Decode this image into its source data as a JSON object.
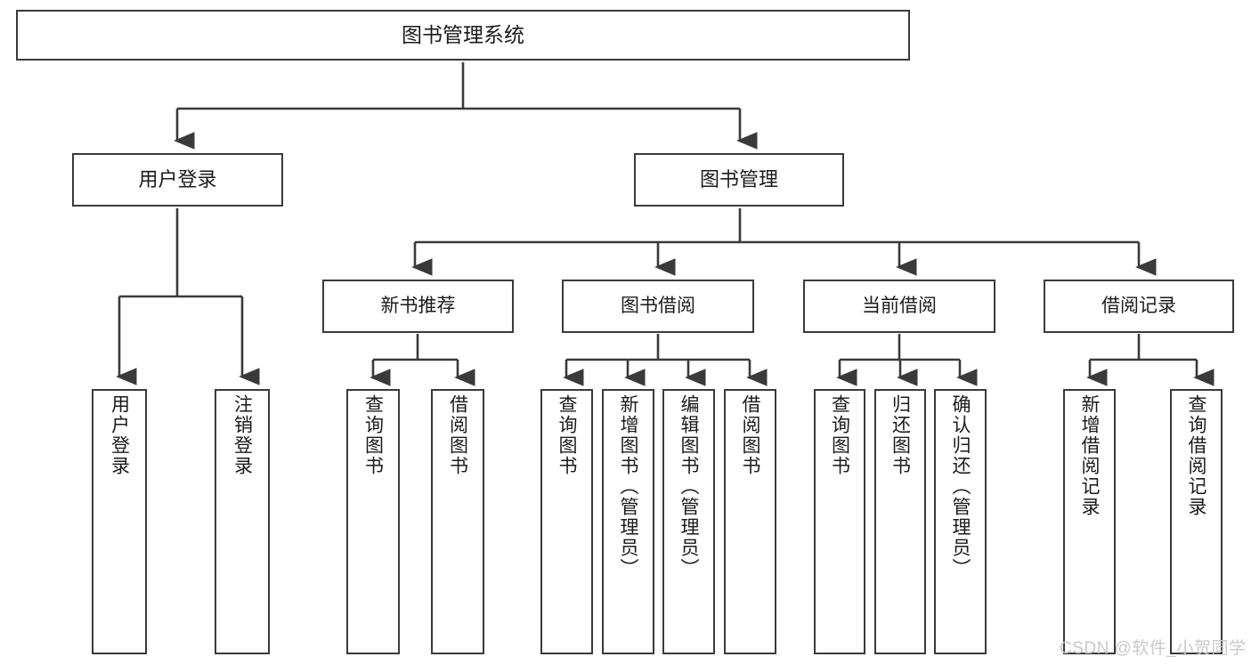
{
  "diagram": {
    "type": "tree-hierarchy",
    "title": "图书管理系统",
    "root": {
      "label": "图书管理系统"
    },
    "level2": [
      {
        "label": "用户登录"
      },
      {
        "label": "图书管理"
      }
    ],
    "level3": [
      {
        "label": "新书推荐",
        "parent": "图书管理"
      },
      {
        "label": "图书借阅",
        "parent": "图书管理"
      },
      {
        "label": "当前借阅",
        "parent": "图书管理"
      },
      {
        "label": "借阅记录",
        "parent": "图书管理"
      }
    ],
    "leaves": [
      {
        "label": "用户登录",
        "parent": "用户登录",
        "vertical": true,
        "centered": true
      },
      {
        "label": "注销登录",
        "parent": "用户登录",
        "vertical": true,
        "centered": true
      },
      {
        "label": "查询图书",
        "parent": "新书推荐",
        "vertical": true,
        "centered": true
      },
      {
        "label": "借阅图书",
        "parent": "新书推荐",
        "vertical": true,
        "centered": true
      },
      {
        "label": "查询图书",
        "parent": "图书借阅",
        "vertical": true,
        "centered": true
      },
      {
        "label": "新增图书（管理员）",
        "parent": "图书借阅",
        "vertical": true,
        "centered": false
      },
      {
        "label": "编辑图书（管理员）",
        "parent": "图书借阅",
        "vertical": true,
        "centered": false
      },
      {
        "label": "借阅图书",
        "parent": "图书借阅",
        "vertical": true,
        "centered": true
      },
      {
        "label": "查询图书",
        "parent": "当前借阅",
        "vertical": true,
        "centered": true
      },
      {
        "label": "归还图书",
        "parent": "当前借阅",
        "vertical": true,
        "centered": true
      },
      {
        "label": "确认归还（管理员）",
        "parent": "当前借阅",
        "vertical": true,
        "centered": false
      },
      {
        "label": "新增借阅记录",
        "parent": "借阅记录",
        "vertical": true,
        "centered": true
      },
      {
        "label": "查询借阅记录",
        "parent": "借阅记录",
        "vertical": true,
        "centered": true
      }
    ],
    "colors": {
      "stroke": "#3a3a3a",
      "fill": "#ffffff",
      "text": "#1b1b1b",
      "watermark": "#c9c9c9"
    }
  },
  "watermark": {
    "text": "CSDN @软件_小贺同学"
  }
}
